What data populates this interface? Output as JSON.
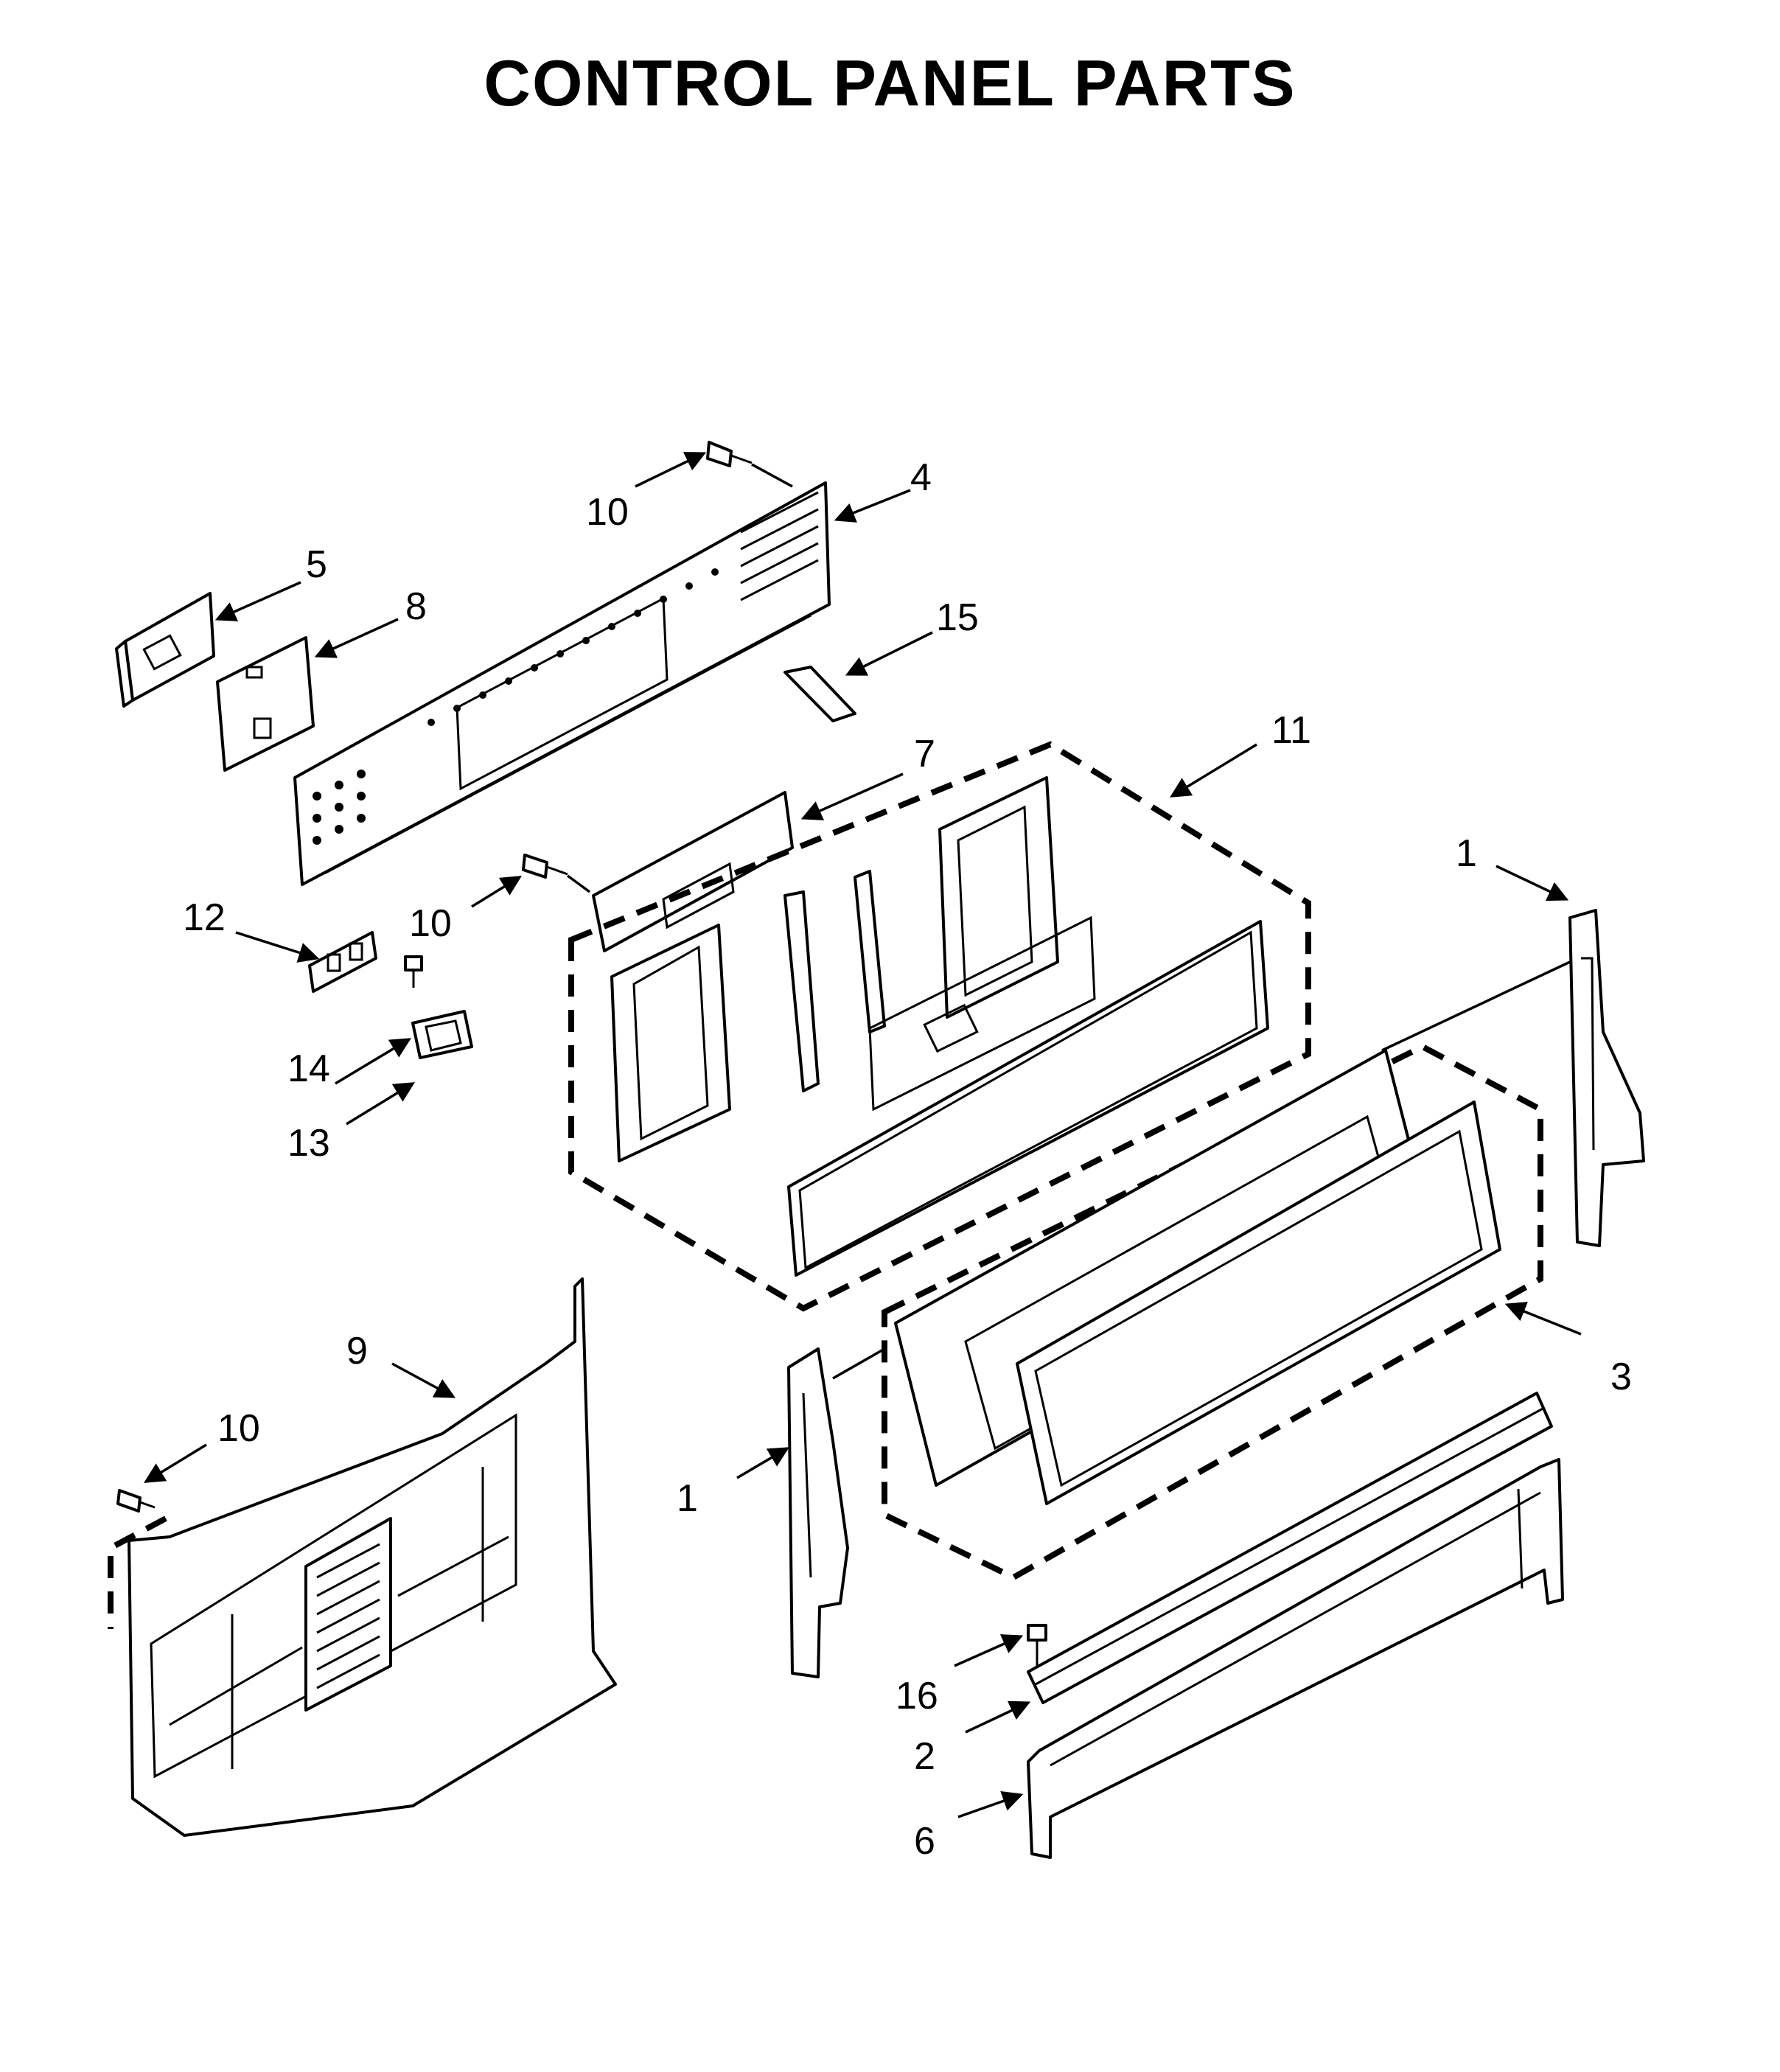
{
  "title": "CONTROL PANEL PARTS",
  "colors": {
    "line": "#000000",
    "background": "#ffffff"
  },
  "callouts": [
    {
      "id": "1",
      "label": "1",
      "part": "end-cap-right"
    },
    {
      "id": "1b",
      "label": "1",
      "part": "end-cap-left"
    },
    {
      "id": "2",
      "label": "2",
      "part": "lower-bracket"
    },
    {
      "id": "3",
      "label": "3",
      "part": "trim-assembly"
    },
    {
      "id": "4",
      "label": "4",
      "part": "control-board"
    },
    {
      "id": "5",
      "label": "5",
      "part": "rear-panel"
    },
    {
      "id": "6",
      "label": "6",
      "part": "lower-support"
    },
    {
      "id": "7",
      "label": "7",
      "part": "display-board"
    },
    {
      "id": "8",
      "label": "8",
      "part": "board-bracket"
    },
    {
      "id": "9",
      "label": "9",
      "part": "back-panel"
    },
    {
      "id": "10a",
      "label": "10",
      "part": "screw-top"
    },
    {
      "id": "10b",
      "label": "10",
      "part": "screw-middle"
    },
    {
      "id": "10c",
      "label": "10",
      "part": "screw-left"
    },
    {
      "id": "11",
      "label": "11",
      "part": "console-assembly"
    },
    {
      "id": "12",
      "label": "12",
      "part": "terminal-block"
    },
    {
      "id": "13",
      "label": "13",
      "part": "terminal-bracket"
    },
    {
      "id": "14",
      "label": "14",
      "part": "screw-small"
    },
    {
      "id": "15",
      "label": "15",
      "part": "clip"
    },
    {
      "id": "16",
      "label": "16",
      "part": "screw-lower"
    }
  ]
}
